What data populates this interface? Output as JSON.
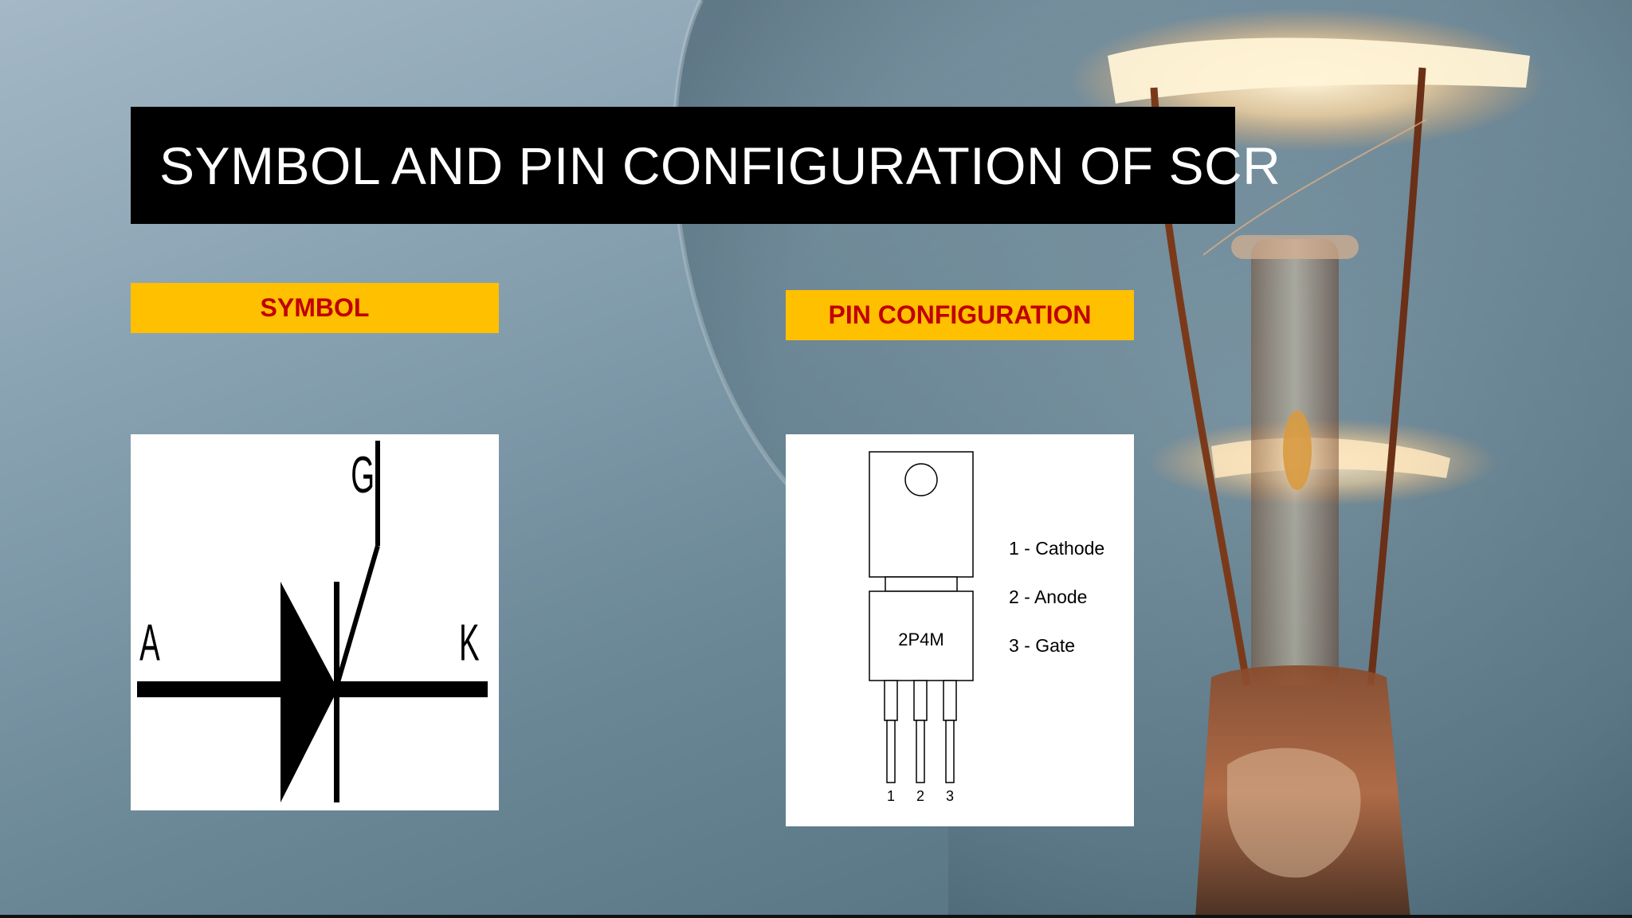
{
  "slide": {
    "title": "SYMBOL AND PIN CONFIGURATION OF SCR",
    "symbol_section": {
      "label": "SYMBOL",
      "terminals": {
        "anode": "A",
        "gate": "G",
        "cathode": "K"
      }
    },
    "pin_section": {
      "label": "PIN CONFIGURATION",
      "part_number": "2P4M",
      "pin_numbers": [
        "1",
        "2",
        "3"
      ],
      "legend": [
        "1 - Cathode",
        "2 - Anode",
        "3 - Gate"
      ]
    }
  },
  "colors": {
    "title_bar": "#000000",
    "title_text": "#ffffff",
    "label_bg": "#ffc000",
    "label_text": "#c00000"
  }
}
